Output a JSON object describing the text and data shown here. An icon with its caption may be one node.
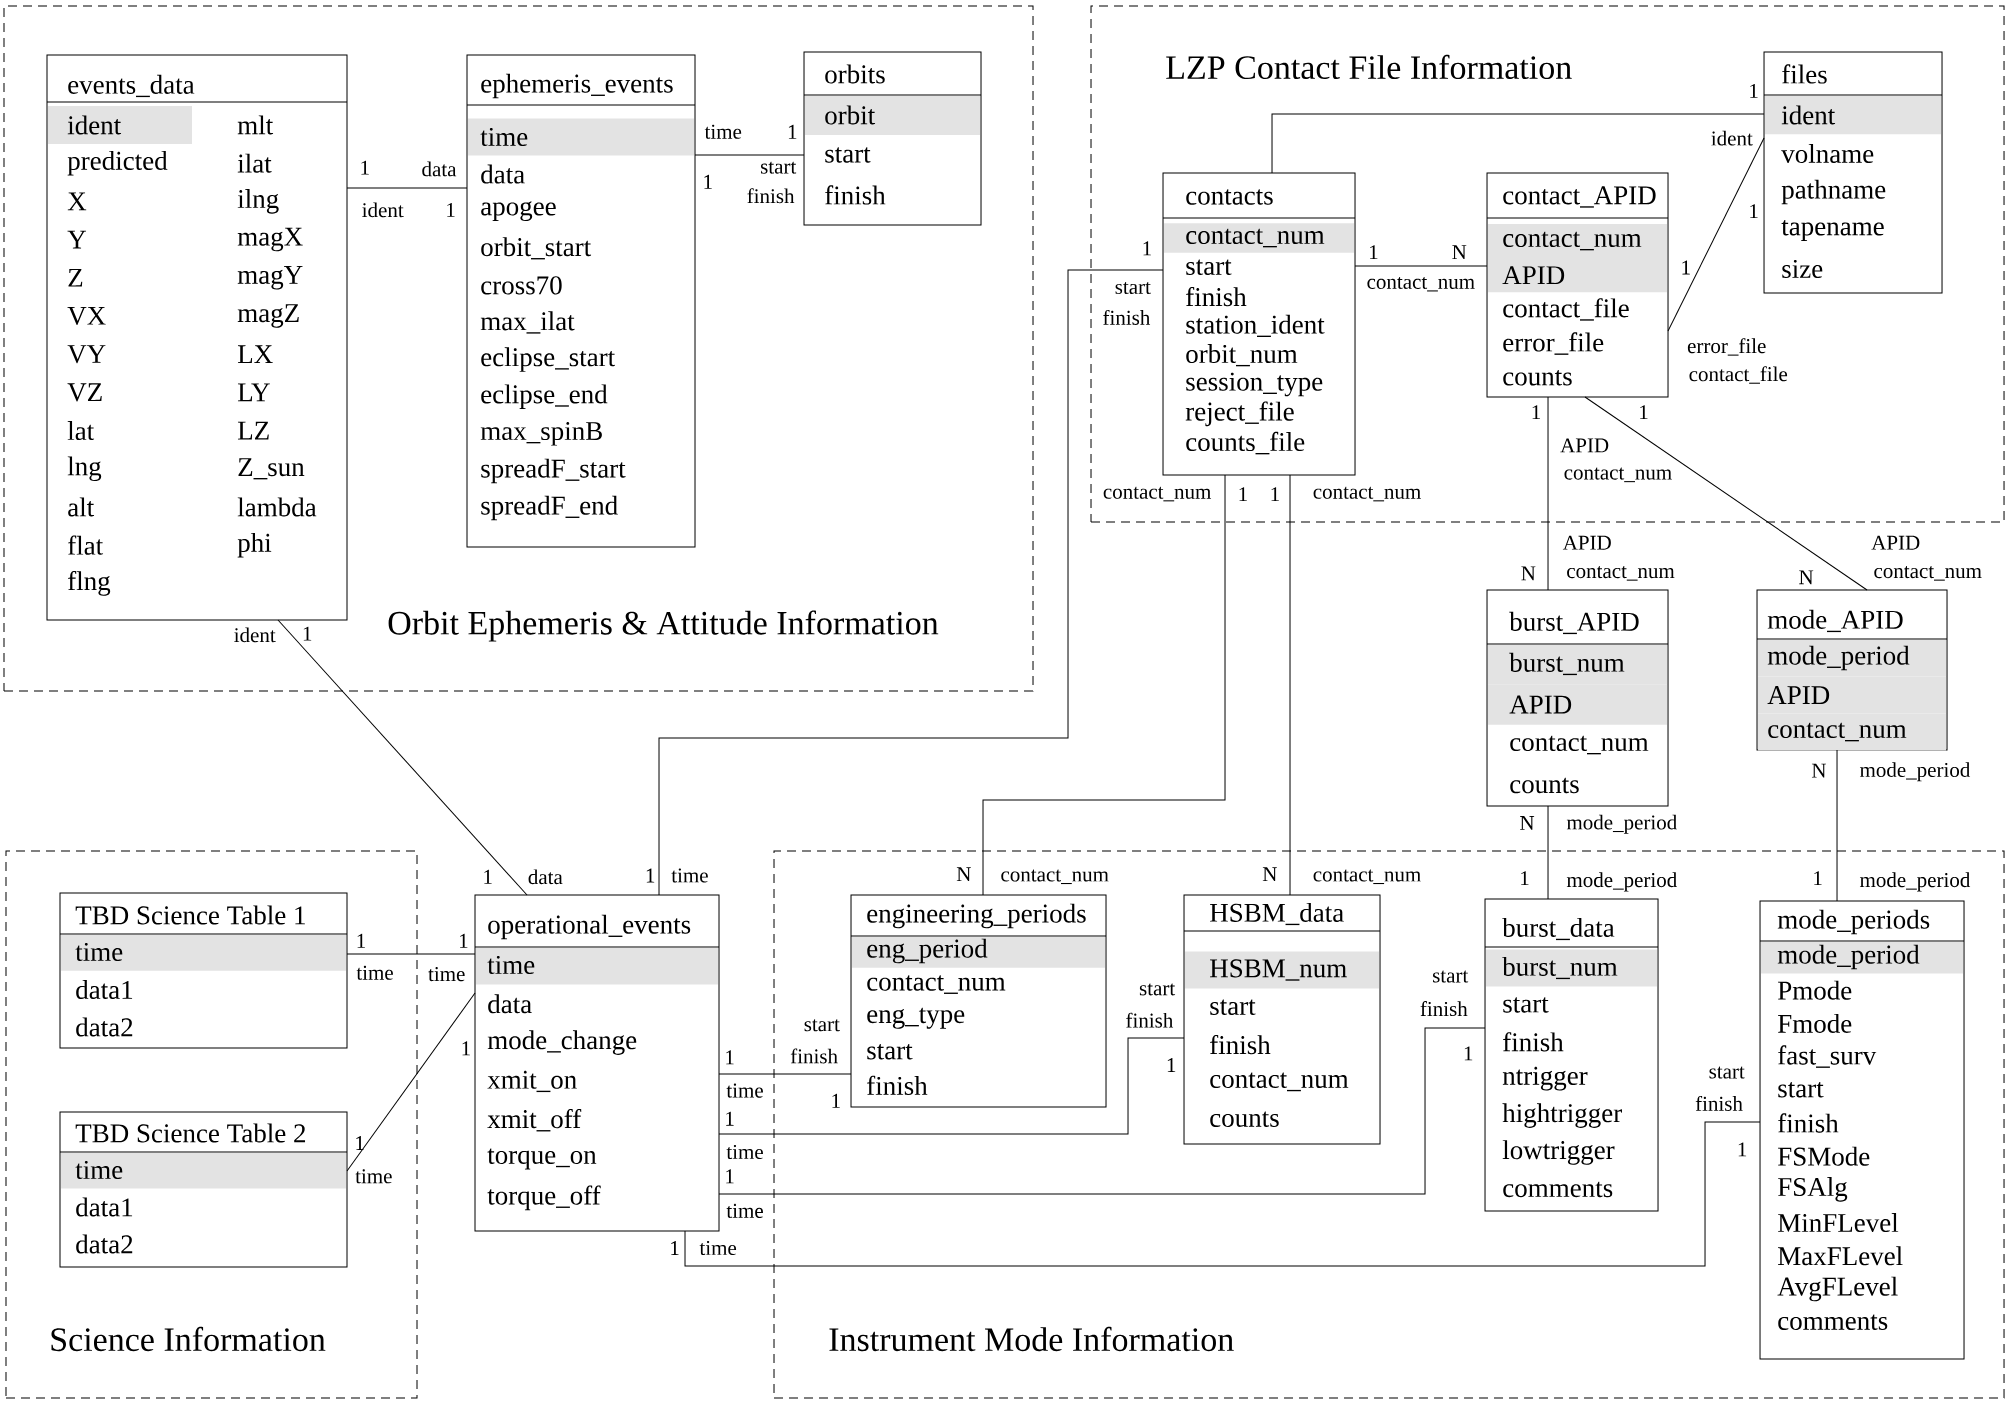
{
  "diagram": {
    "nodes": [
      {
        "text": [
          "Orbit Ephemeris & Attitude Information"
        ]
      },
      {
        "text": [
          "events_data",
          "ident",
          "predicted",
          "X",
          "Y",
          "Z",
          "VX",
          "VY",
          "VZ",
          "lat",
          "lng",
          "alt",
          "flat",
          "flng",
          "mlt",
          "ilat",
          "ilng",
          "magX",
          "magY",
          "magZ",
          "LX",
          "LY",
          "LZ",
          "Z_sun",
          "lambda",
          "phi"
        ],
        "in": 0
      },
      {
        "text": [
          "ephemeris_events",
          "time",
          "data",
          "apogee",
          "orbit_start",
          "cross70",
          "max_ilat",
          "eclipse_start",
          "eclipse_end",
          "max_spinB",
          "spreadF_start",
          "spreadF_end"
        ],
        "in": 0
      },
      {
        "text": [
          "orbits",
          "orbit",
          "start",
          "finish"
        ],
        "in": 0
      },
      {
        "text": [
          "LZP Contact File Information"
        ]
      },
      {
        "text": [
          "contacts",
          "contact_num",
          "start",
          "finish",
          "station_ident",
          "orbit_num",
          "session_type",
          "reject_file",
          "counts_file"
        ],
        "in": 4
      },
      {
        "text": [
          "contact_APID",
          "contact_num",
          "APID",
          "contact_file",
          "error_file",
          "counts"
        ],
        "in": 4
      },
      {
        "text": [
          "files",
          "ident",
          "volname",
          "pathname",
          "tapename",
          "size"
        ],
        "in": 4
      },
      {
        "text": [
          "burst_APID",
          "burst_num",
          "APID",
          "contact_num",
          "counts"
        ]
      },
      {
        "text": [
          "mode_APID",
          "mode_period",
          "APID",
          "contact_num"
        ]
      },
      {
        "text": [
          "Science Information"
        ]
      },
      {
        "text": [
          "TBD Science Table 1",
          "time",
          "data1",
          "data2"
        ],
        "in": 10
      },
      {
        "text": [
          "TBD Science Table 2",
          "time",
          "data1",
          "data2"
        ],
        "in": 10
      },
      {
        "text": [
          "operational_events",
          "time",
          "data",
          "mode_change",
          "xmit_on",
          "xmit_off",
          "torque_on",
          "torque_off"
        ]
      },
      {
        "text": [
          "Instrument Mode Information"
        ]
      },
      {
        "text": [
          "engineering_periods",
          "eng_period",
          "contact_num",
          "eng_type",
          "start",
          "finish"
        ],
        "in": 14
      },
      {
        "text": [
          "HSBM_data",
          "HSBM_num",
          "start",
          "finish",
          "contact_num",
          "counts"
        ],
        "in": 14
      },
      {
        "text": [
          "burst_data",
          "burst_num",
          "start",
          "finish",
          "ntrigger",
          "hightrigger",
          "lowtrigger",
          "comments"
        ],
        "in": 14
      },
      {
        "text": [
          "mode_periods",
          "mode_period",
          "Pmode",
          "Fmode",
          "fast_surv",
          "start",
          "finish",
          "FSMode",
          "FSAlg",
          "MinFLevel",
          "MaxFLevel",
          "AvgFLevel",
          "comments"
        ],
        "in": 14
      }
    ],
    "edges": [
      {
        "from": 1,
        "to": 2,
        "arrow": "none"
      },
      {
        "from": 2,
        "to": 3,
        "arrow": "none"
      },
      {
        "from": 5,
        "to": 7,
        "arrow": "none"
      },
      {
        "from": 6,
        "to": 7,
        "arrow": "none"
      },
      {
        "from": 5,
        "to": 6,
        "arrow": "none"
      },
      {
        "from": 6,
        "to": 8,
        "arrow": "none"
      },
      {
        "from": 6,
        "to": 9,
        "arrow": "none"
      },
      {
        "from": 8,
        "to": 17,
        "arrow": "none"
      },
      {
        "from": 9,
        "to": 18,
        "arrow": "none"
      },
      {
        "from": 5,
        "to": 13,
        "arrow": "none"
      },
      {
        "from": 5,
        "to": 15,
        "arrow": "none"
      },
      {
        "from": 5,
        "to": 16,
        "arrow": "none"
      },
      {
        "from": 1,
        "to": 13,
        "arrow": "none"
      },
      {
        "from": 11,
        "to": 13,
        "arrow": "none"
      },
      {
        "from": 12,
        "to": 13,
        "arrow": "none"
      },
      {
        "from": 13,
        "to": 15,
        "arrow": "none"
      },
      {
        "from": 13,
        "to": 16,
        "arrow": "none"
      },
      {
        "from": 13,
        "to": 17,
        "arrow": "none"
      },
      {
        "from": 13,
        "to": 18,
        "arrow": "none"
      }
    ],
    "labels": [
      "1",
      "time",
      "1",
      "ident",
      "1",
      "data",
      "start",
      "1",
      "finish",
      "ident",
      "1",
      "1",
      "1",
      "1",
      "N",
      "1",
      "start",
      "contact_num",
      "finish",
      "error_file",
      "contact_file",
      "1",
      "1",
      "APID",
      "contact_num",
      "contact_num",
      "1",
      "1",
      "contact_num",
      "APID",
      "APID",
      "N",
      "contact_num",
      "N",
      "contact_num",
      "ident",
      "1",
      "N",
      "mode_period",
      "N",
      "mode_period",
      "1",
      "data",
      "1",
      "time",
      "N",
      "contact_num",
      "N",
      "contact_num",
      "1",
      "mode_period",
      "1",
      "mode_period",
      "1",
      "1",
      "time",
      "time",
      "start",
      "start",
      "finish",
      "start",
      "finish",
      "1",
      "1",
      "finish",
      "1",
      "1",
      "start",
      "time",
      "1",
      "finish",
      "1",
      "1",
      "time",
      "1",
      "time",
      "1",
      "time",
      "1",
      "time"
    ]
  }
}
